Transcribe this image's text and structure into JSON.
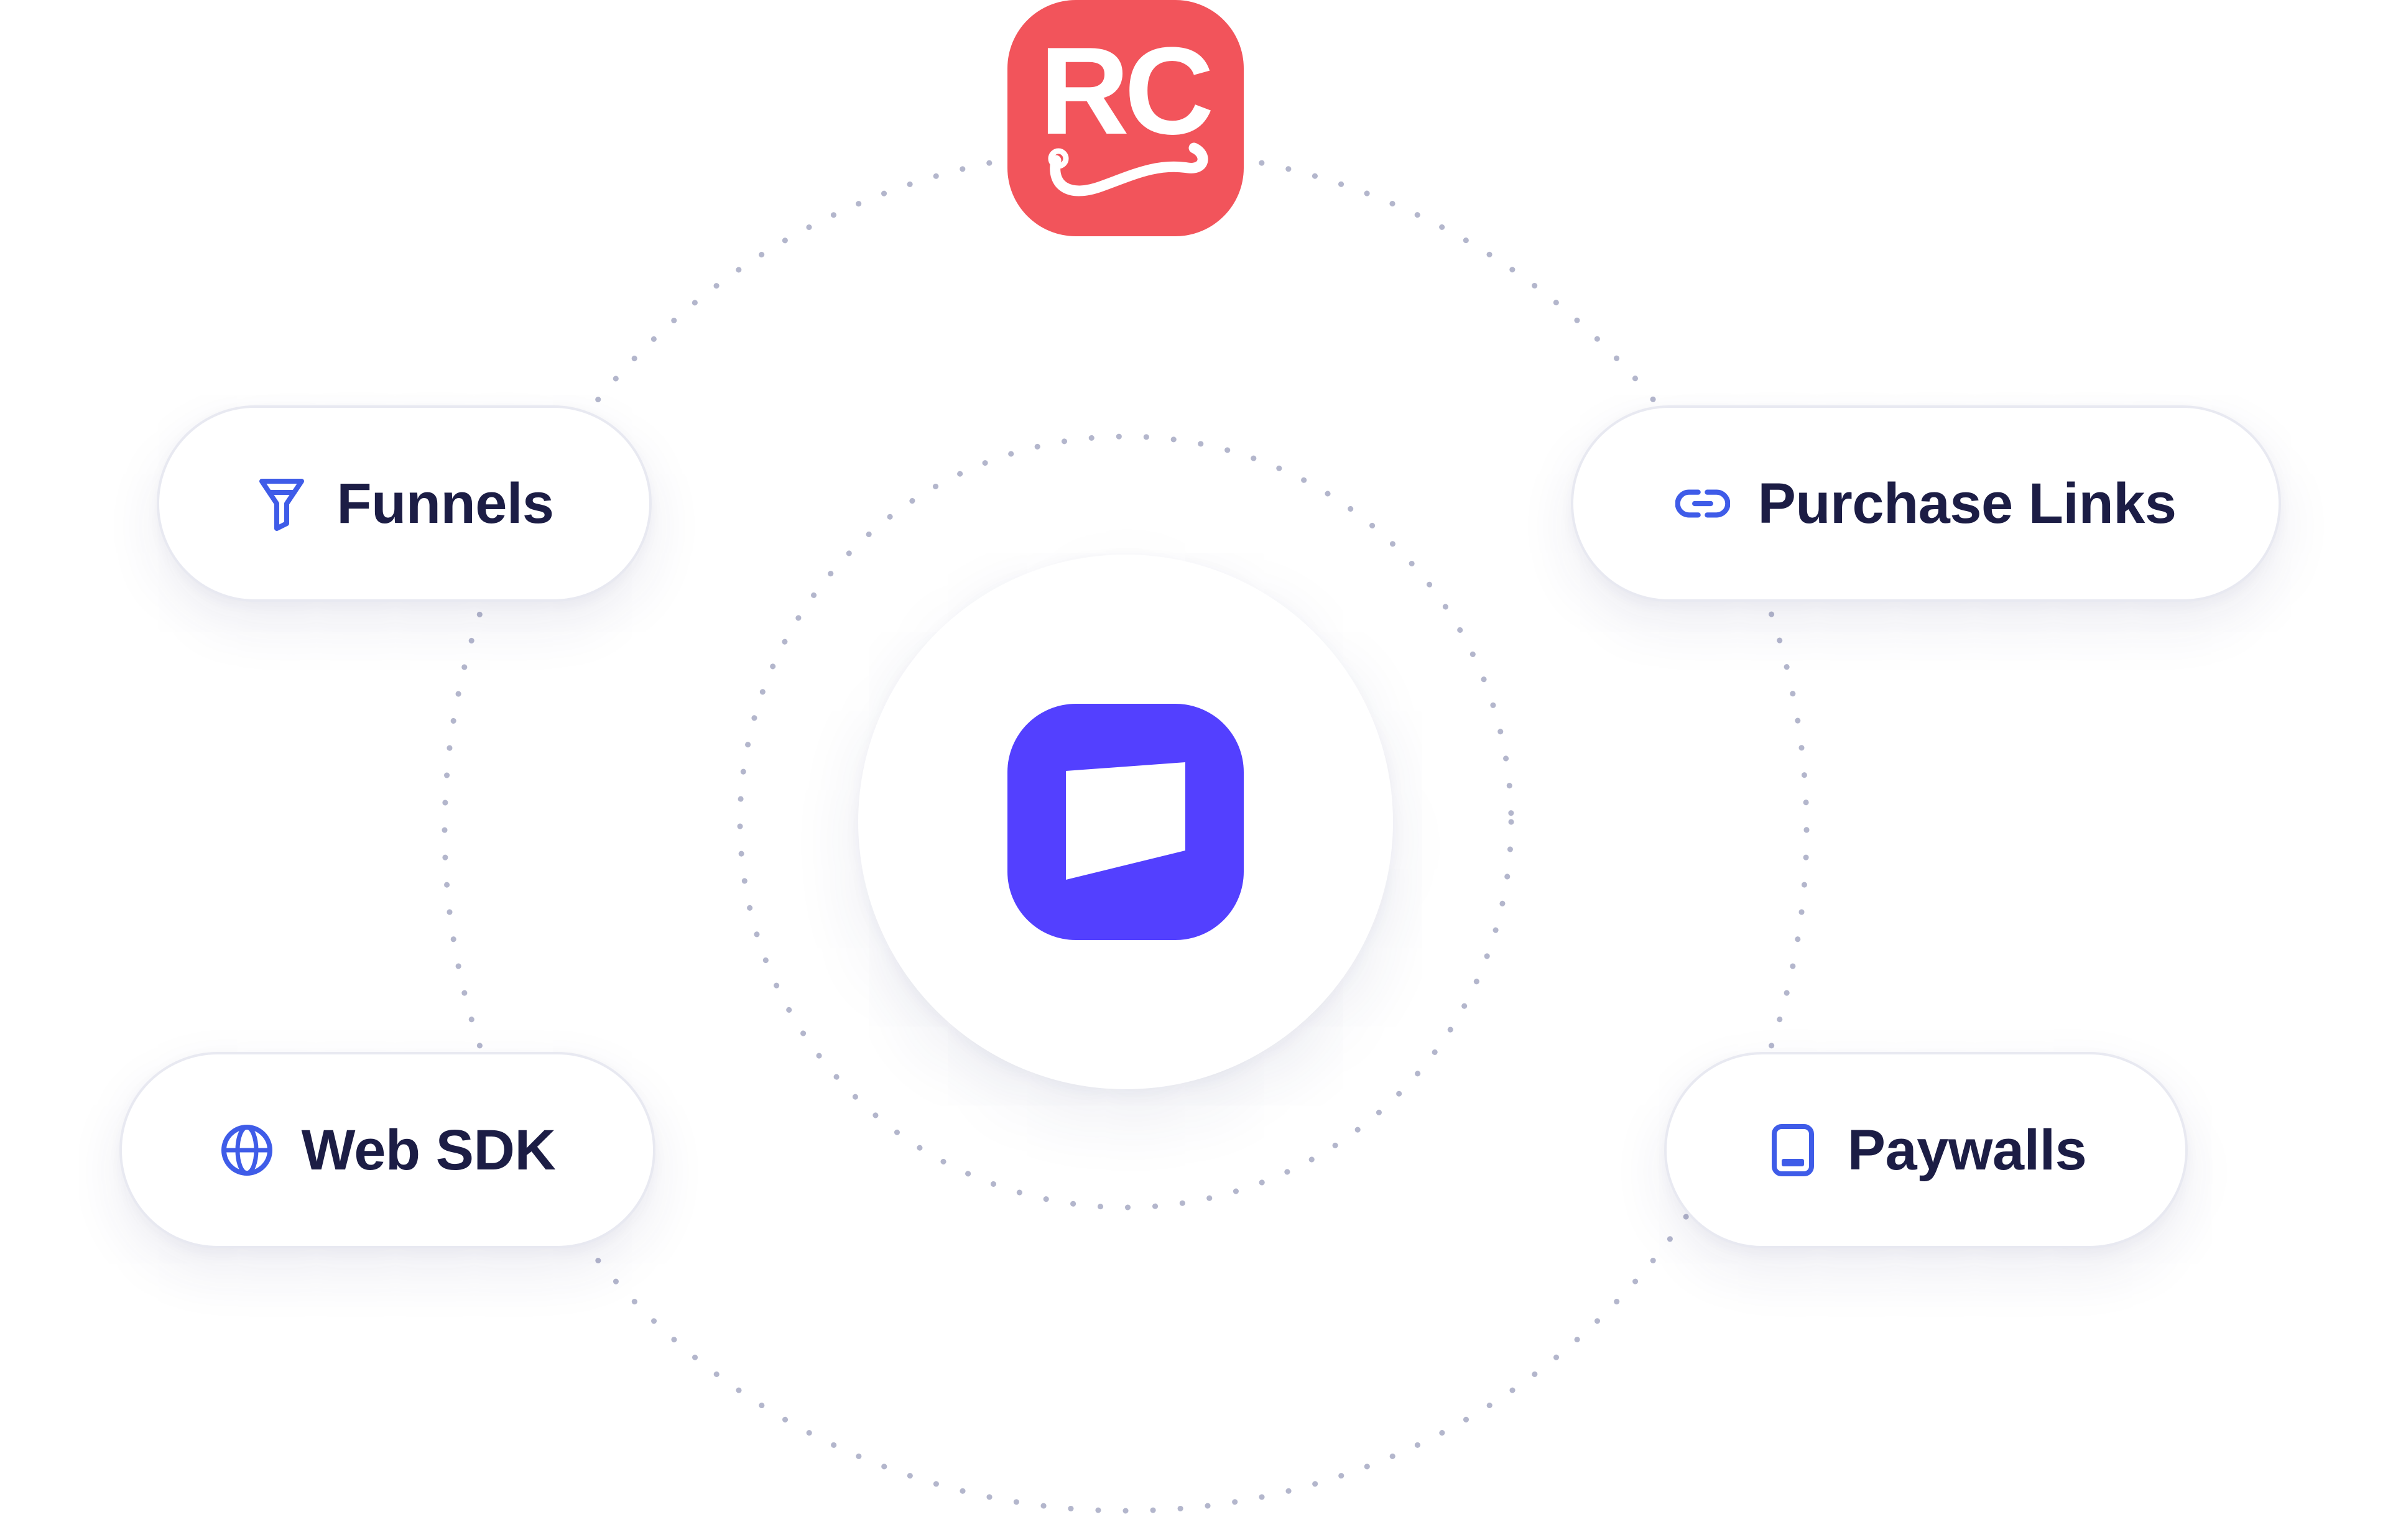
{
  "colors": {
    "rc_brand": "#f2545b",
    "center_brand": "#5340ff",
    "icon_accent": "#3f5ce8",
    "label_text": "#1c1d45",
    "dotted_line": "#b3b6cc"
  },
  "logos": {
    "top": {
      "text": "RC",
      "icon": "revenuecat-logo"
    },
    "center": {
      "icon": "web-product-logo"
    }
  },
  "nodes": [
    {
      "id": "funnels",
      "label": "Funnels",
      "icon": "funnel-icon"
    },
    {
      "id": "purchase_links",
      "label": "Purchase Links",
      "icon": "link-icon"
    },
    {
      "id": "web_sdk",
      "label": "Web SDK",
      "icon": "globe-icon"
    },
    {
      "id": "paywalls",
      "label": "Paywalls",
      "icon": "phone-icon"
    }
  ]
}
